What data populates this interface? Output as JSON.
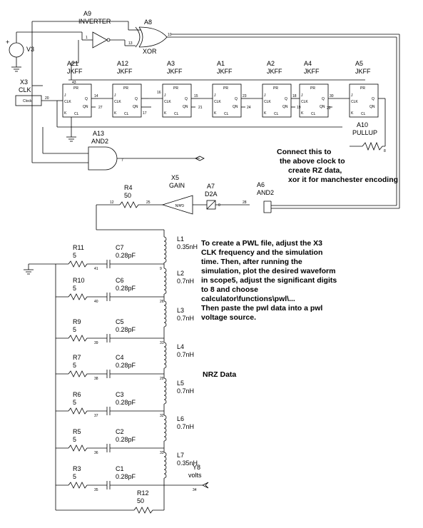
{
  "sources": {
    "v3": {
      "name": "V3",
      "plus": "+"
    },
    "x3": {
      "name": "X3",
      "type": "CLK",
      "body": "Clock",
      "net": "20"
    }
  },
  "gates": {
    "a9": {
      "name": "A9",
      "type": "INVERTER",
      "pin_in": "1",
      "net_out": "13"
    },
    "a8": {
      "name": "A8",
      "type": "XOR",
      "net_out": "10"
    },
    "a13": {
      "name": "A13",
      "type": "AND2",
      "net_out": "7"
    },
    "a6": {
      "name": "A6",
      "type": "AND2"
    },
    "a10": {
      "name": "A10",
      "type": "PULLUP",
      "net": "8"
    }
  },
  "flipflops": [
    {
      "name": "A21",
      "type": "JKFF",
      "net_q": "43",
      "net_out": "14",
      "net_qn": "27"
    },
    {
      "name": "A12",
      "type": "JKFF",
      "net_q": "16",
      "net_out": "",
      "net_qn": "17"
    },
    {
      "name": "A3",
      "type": "JKFF",
      "net_q": "",
      "net_out": "15",
      "net_qn": "21"
    },
    {
      "name": "A1",
      "type": "JKFF",
      "net_q": "",
      "net_out": "23",
      "net_qn": "24"
    },
    {
      "name": "A2",
      "type": "JKFF",
      "net_q": "",
      "net_out": "18",
      "net_qn": "19"
    },
    {
      "name": "A4",
      "type": "JKFF",
      "net_q": "",
      "net_out": "30",
      "net_qn": "22"
    },
    {
      "name": "A5",
      "type": "JKFF",
      "net_q": "",
      "net_out": "",
      "net_qn": ""
    }
  ],
  "ff_pins": {
    "pr": "PR",
    "j": "J",
    "clk": "CLK",
    "k": "K",
    "q": "Q",
    "qn": "QN",
    "cl": "CL"
  },
  "gain": {
    "name": "X5",
    "type": "GAIN",
    "body": "GAIN",
    "net_in": "25",
    "net_out": ""
  },
  "dac": {
    "name": "A7",
    "type": "D2A",
    "pin": "0",
    "net_out": "28"
  },
  "r4": {
    "name": "R4",
    "value": "50",
    "net_left": "12"
  },
  "ladder": [
    {
      "l_name": "L1",
      "l_value": "0.35nH",
      "r_name": "R11",
      "r_value": "5",
      "c_name": "C7",
      "c_value": "0.28pF",
      "net_left": "41",
      "net_right": "9"
    },
    {
      "l_name": "L2",
      "l_value": "0.7nH",
      "r_name": "R10",
      "r_value": "5",
      "c_name": "C6",
      "c_value": "0.28pF",
      "net_left": "40",
      "net_right": "26"
    },
    {
      "l_name": "L3",
      "l_value": "0.7nH",
      "r_name": "R9",
      "r_value": "5",
      "c_name": "C5",
      "c_value": "0.28pF",
      "net_left": "39",
      "net_right": "31"
    },
    {
      "l_name": "L4",
      "l_value": "0.7nH",
      "r_name": "R7",
      "r_value": "5",
      "c_name": "C4",
      "c_value": "0.28pF",
      "net_left": "38",
      "net_right": "29"
    },
    {
      "l_name": "L5",
      "l_value": "0.7nH",
      "r_name": "R6",
      "r_value": "5",
      "c_name": "C3",
      "c_value": "0.28pF",
      "net_left": "37",
      "net_right": "32"
    },
    {
      "l_name": "L6",
      "l_value": "0.7nH",
      "r_name": "R5",
      "r_value": "5",
      "c_name": "C2",
      "c_value": "0.28pF",
      "net_left": "36",
      "net_right": "33"
    },
    {
      "l_name": "L7",
      "l_value": "0.35nH",
      "r_name": "R3",
      "r_value": "5",
      "c_name": "C1",
      "c_value": "0.28pF",
      "net_left": "35",
      "net_right": ""
    }
  ],
  "r12": {
    "name": "R12",
    "value": "50"
  },
  "probe": {
    "name": "Y8",
    "unit": "volts",
    "net": "34"
  },
  "notes": {
    "connect": [
      "Connect this to",
      "the above clock to",
      "create RZ data,",
      "xor it for manchester encoding"
    ],
    "pwl": [
      "To create a PWL file, adjust the X3",
      "CLK frequency and the simulation",
      "time. Then, after running the",
      "simulation,  plot the desired waveform",
      "in scope5, adjust the significant digits",
      "to 8 and choose",
      "calculator\\functions\\pwl\\...",
      "Then paste the pwl data into a pwl",
      "voltage source."
    ],
    "nrz": "NRZ Data"
  }
}
